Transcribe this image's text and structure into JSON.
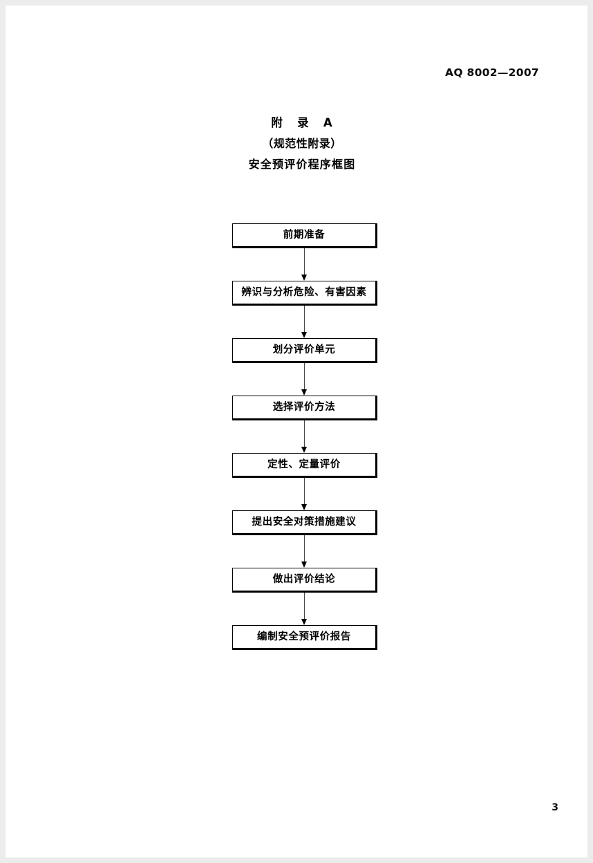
{
  "page": {
    "standard_header": "AQ 8002—2007",
    "folio": "3",
    "background_color": "#ffffff",
    "margin_color": "#ececec"
  },
  "title_block": {
    "annex_label": "附   录   A",
    "annex_kind": "（规范性附录）",
    "annex_name": "安全预评价程序框图"
  },
  "flowchart": {
    "type": "flowchart",
    "orientation": "vertical",
    "connector_style": "single-arrow-down",
    "nodes": [
      {
        "id": "step-1",
        "label": "前期准备"
      },
      {
        "id": "step-2",
        "label": "辨识与分析危险、有害因素"
      },
      {
        "id": "step-3",
        "label": "划分评价单元"
      },
      {
        "id": "step-4",
        "label": "选择评价方法"
      },
      {
        "id": "step-5",
        "label": "定性、定量评价"
      },
      {
        "id": "step-6",
        "label": "提出安全对策措施建议"
      },
      {
        "id": "step-7",
        "label": "做出评价结论"
      },
      {
        "id": "step-8",
        "label": "编制安全预评价报告"
      }
    ]
  }
}
